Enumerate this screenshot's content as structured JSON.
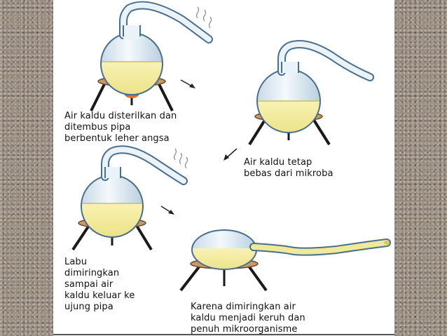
{
  "captions": {
    "step1": [
      "Air kaldu disterilkan dan",
      "ditembus pipa",
      "berbentuk leher angsa"
    ],
    "step2": [
      "Air kaldu tetap",
      "bebas dari mikroba"
    ],
    "step3": [
      "Labu",
      "dimiringkan",
      "sampai air",
      "kaldu keluar ke",
      "ujung pipa"
    ],
    "step4": [
      "Karena dimiringkan air",
      "kaldu menjadi keruh dan",
      "penuh mikroorganisme"
    ]
  },
  "colors": {
    "broth": "#f1e99a",
    "glass_outline": "#4a6f8c",
    "glass_fill": "#dfeaf2",
    "stand_wood": "#c89a6b",
    "stand_legs": "#1a1a1a",
    "flame": "#3a8fd8"
  }
}
